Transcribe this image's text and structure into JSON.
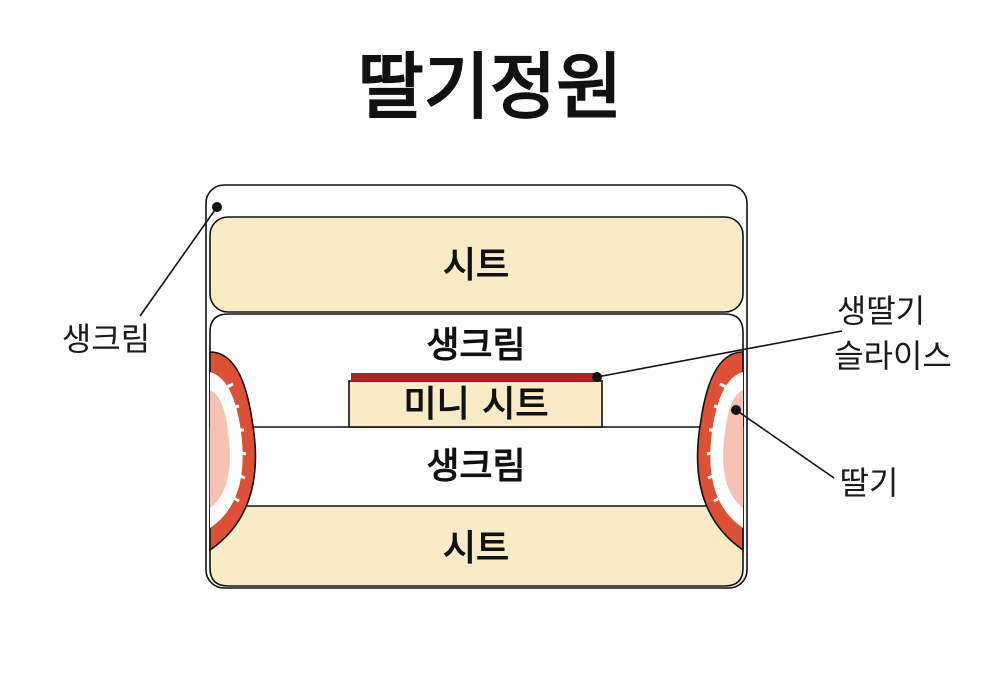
{
  "title": "딸기정원",
  "layers": {
    "top_sheet": "시트",
    "upper_cream": "생크림",
    "mini_sheet": "미니 시트",
    "lower_cream": "생크림",
    "bottom_sheet": "시트"
  },
  "callouts": {
    "cream": "생크림",
    "strawberry_slice_line1": "생딸기",
    "strawberry_slice_line2": "슬라이스",
    "strawberry": "딸기"
  },
  "colors": {
    "sheet": "#f8ebc6",
    "cream": "#ffffff",
    "strawberry_skin": "#dc5036",
    "strawberry_flesh": "#f7c2b4",
    "slice": "#b02424",
    "outline": "#111111"
  }
}
